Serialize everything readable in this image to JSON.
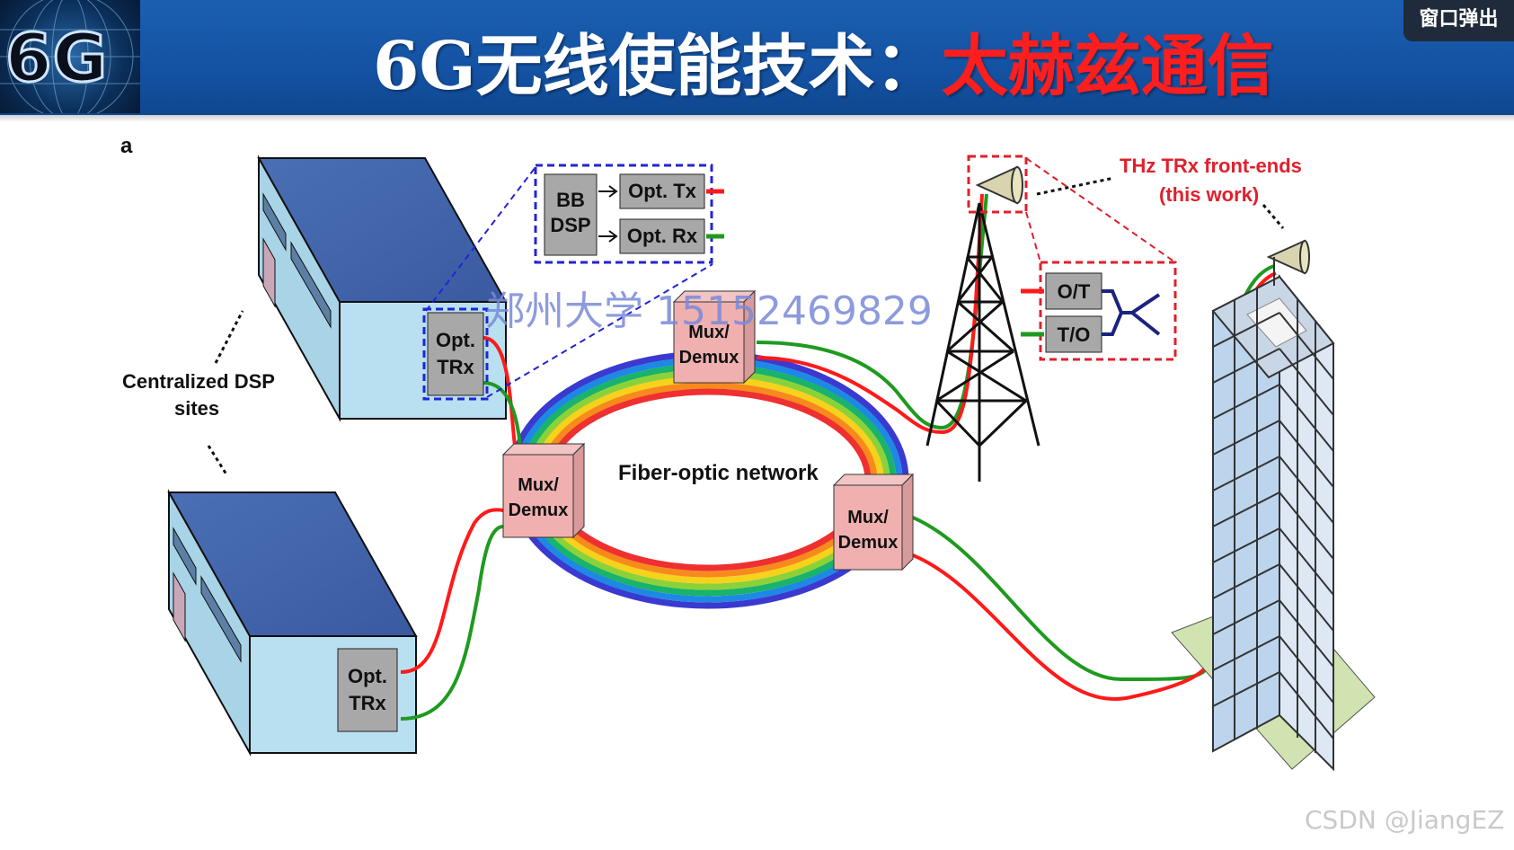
{
  "header": {
    "logo_text": "6G",
    "title_prefix": "6G无线使能技术：",
    "title_highlight": "太赫兹通信",
    "popout_button": "窗口弹出"
  },
  "figure": {
    "panel_letter": "a",
    "centralized_label_line1": "Centralized DSP",
    "centralized_label_line2": "sites",
    "ring_label": "Fiber-optic network",
    "opt_trx_line1": "Opt.",
    "opt_trx_line2": "TRx",
    "mux_line1": "Mux/",
    "mux_line2": "Demux",
    "bb_dsp_line1": "BB",
    "bb_dsp_line2": "DSP",
    "opt_tx": "Opt. Tx",
    "opt_rx": "Opt. Rx",
    "ot_label": "O/T",
    "to_label": "T/O",
    "thz_label_line1": "THz TRx front-ends",
    "thz_label_line2": "(this work)"
  },
  "overlay": {
    "watermark": "郑州大学 15152469829",
    "credit": "CSDN @JiangEZ"
  },
  "colors": {
    "header_blue": "#1452a3",
    "highlight_red": "#ff1e1e",
    "fiber_red": "#ff1a1a",
    "fiber_green": "#1f9a1f",
    "dashed_blue": "#2323d6",
    "dashed_red": "#e0202c"
  }
}
